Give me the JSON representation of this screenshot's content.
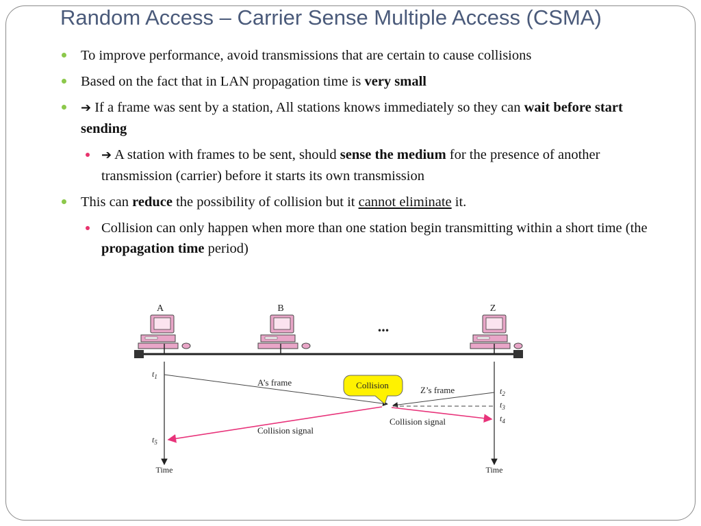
{
  "title": "Random Access – Carrier Sense Multiple Access (CSMA)",
  "bullets": {
    "b1": "To improve performance, avoid transmissions that are certain to cause collisions",
    "b2_pre": "Based on the fact that in LAN propagation time is ",
    "b2_bold": "very small",
    "b3_arrow": "➔",
    "b3_text": " If a frame was sent by a station, All stations knows immediately so they can ",
    "b3_bold": "wait  before start sending",
    "b3a_arrow": "➔",
    "b3a_pre": " A station with frames to be sent, should ",
    "b3a_bold": "sense the medium",
    "b3a_post": " for the presence of another transmission (carrier) before it starts its own transmission",
    "b4_pre": "This can ",
    "b4_bold": "reduce",
    "b4_mid": " the possibility of collision but it ",
    "b4_under": "cannot eliminate",
    "b4_post": " it.",
    "b4a_pre": "Collision can only happen when more than one station begin transmitting within a short time (the ",
    "b4a_bold": "propagation time",
    "b4a_post": " period)"
  },
  "diagram": {
    "station_a": "A",
    "station_b": "B",
    "station_z": "Z",
    "ellipsis": "...",
    "t1": "t",
    "t1_sub": "1",
    "t2": "t",
    "t2_sub": "2",
    "t3": "t",
    "t3_sub": "3",
    "t4": "t",
    "t4_sub": "4",
    "t5": "t",
    "t5_sub": "5",
    "a_frame": "A’s frame",
    "z_frame": "Z’s frame",
    "collision": "Collision",
    "collision_signal_left": "Collision signal",
    "collision_signal_right": "Collision signal",
    "time_left": "Time",
    "time_right": "Time",
    "colors": {
      "signal": "#e8337a",
      "callout": "#fff200",
      "computer": "#e9a6c8"
    }
  }
}
